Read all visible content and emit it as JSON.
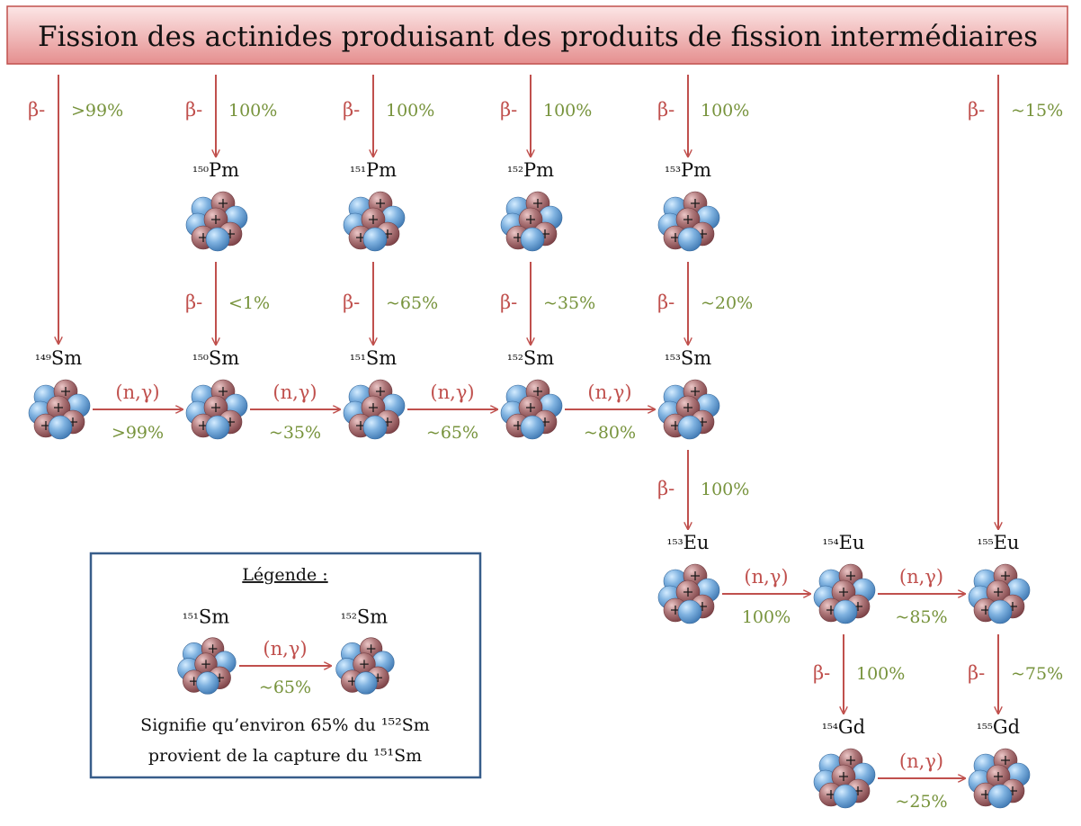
{
  "title": "Fission des actinides produisant des produits de fission intermédiaires",
  "colors": {
    "arrow": "#c0504d",
    "beta_text": "#c0504d",
    "percent_text": "#77933c",
    "title_fill_top": "#fbe3e3",
    "title_fill_bottom": "#e08a8a",
    "title_border": "#c0504d",
    "legend_border": "#385d8a",
    "proton": "#9e5a5e",
    "neutron": "#5b9bd5"
  },
  "nuclides": [
    {
      "id": "sm149",
      "mass": "149",
      "symbol": "Sm"
    },
    {
      "id": "pm150",
      "mass": "150",
      "symbol": "Pm"
    },
    {
      "id": "sm150",
      "mass": "150",
      "symbol": "Sm"
    },
    {
      "id": "pm151",
      "mass": "151",
      "symbol": "Pm"
    },
    {
      "id": "sm151",
      "mass": "151",
      "symbol": "Sm"
    },
    {
      "id": "pm152",
      "mass": "152",
      "symbol": "Pm"
    },
    {
      "id": "sm152",
      "mass": "152",
      "symbol": "Sm"
    },
    {
      "id": "pm153",
      "mass": "153",
      "symbol": "Pm"
    },
    {
      "id": "sm153",
      "mass": "153",
      "symbol": "Sm"
    },
    {
      "id": "eu153",
      "mass": "153",
      "symbol": "Eu"
    },
    {
      "id": "eu154",
      "mass": "154",
      "symbol": "Eu"
    },
    {
      "id": "eu155",
      "mass": "155",
      "symbol": "Eu"
    },
    {
      "id": "gd154",
      "mass": "154",
      "symbol": "Gd"
    },
    {
      "id": "gd155",
      "mass": "155",
      "symbol": "Gd"
    }
  ],
  "decays": [
    {
      "id": "d-fission-sm149",
      "from": "fission",
      "to": "sm149",
      "label": "β-",
      "percent": ">99%"
    },
    {
      "id": "d-fission-pm150",
      "from": "fission",
      "to": "pm150",
      "label": "β-",
      "percent": "100%"
    },
    {
      "id": "d-fission-pm151",
      "from": "fission",
      "to": "pm151",
      "label": "β-",
      "percent": "100%"
    },
    {
      "id": "d-fission-pm152",
      "from": "fission",
      "to": "pm152",
      "label": "β-",
      "percent": "100%"
    },
    {
      "id": "d-fission-pm153",
      "from": "fission",
      "to": "pm153",
      "label": "β-",
      "percent": "100%"
    },
    {
      "id": "d-fission-eu155",
      "from": "fission",
      "to": "eu155",
      "label": "β-",
      "percent": "~15%"
    },
    {
      "id": "d-pm150-sm150",
      "from": "pm150",
      "to": "sm150",
      "label": "β-",
      "percent": "<1%"
    },
    {
      "id": "d-pm151-sm151",
      "from": "pm151",
      "to": "sm151",
      "label": "β-",
      "percent": "~65%"
    },
    {
      "id": "d-pm152-sm152",
      "from": "pm152",
      "to": "sm152",
      "label": "β-",
      "percent": "~35%"
    },
    {
      "id": "d-pm153-sm153",
      "from": "pm153",
      "to": "sm153",
      "label": "β-",
      "percent": "~20%"
    },
    {
      "id": "d-sm153-eu153",
      "from": "sm153",
      "to": "eu153",
      "label": "β-",
      "percent": "100%"
    },
    {
      "id": "d-eu154-gd154",
      "from": "eu154",
      "to": "gd154",
      "label": "β-",
      "percent": "100%"
    },
    {
      "id": "d-eu155-gd155",
      "from": "eu155",
      "to": "gd155",
      "label": "β-",
      "percent": "~75%"
    }
  ],
  "captures": [
    {
      "id": "c-sm149-sm150",
      "from": "sm149",
      "to": "sm150",
      "label": "(n,γ)",
      "percent": ">99%"
    },
    {
      "id": "c-sm150-sm151",
      "from": "sm150",
      "to": "sm151",
      "label": "(n,γ)",
      "percent": "~35%"
    },
    {
      "id": "c-sm151-sm152",
      "from": "sm151",
      "to": "sm152",
      "label": "(n,γ)",
      "percent": "~65%"
    },
    {
      "id": "c-sm152-sm153",
      "from": "sm152",
      "to": "sm153",
      "label": "(n,γ)",
      "percent": "~80%"
    },
    {
      "id": "c-eu153-eu154",
      "from": "eu153",
      "to": "eu154",
      "label": "(n,γ)",
      "percent": "100%"
    },
    {
      "id": "c-eu154-eu155",
      "from": "eu154",
      "to": "eu155",
      "label": "(n,γ)",
      "percent": "~85%"
    },
    {
      "id": "c-gd154-gd155",
      "from": "gd154",
      "to": "gd155",
      "label": "(n,γ)",
      "percent": "~25%"
    }
  ],
  "legend": {
    "title": "Légende :",
    "from": {
      "mass": "151",
      "symbol": "Sm"
    },
    "to": {
      "mass": "152",
      "symbol": "Sm"
    },
    "label": "(n,γ)",
    "percent": "~65%",
    "line1": "Signifie qu’environ 65% du ¹⁵²Sm",
    "line2": "provient de la capture du ¹⁵¹Sm"
  }
}
